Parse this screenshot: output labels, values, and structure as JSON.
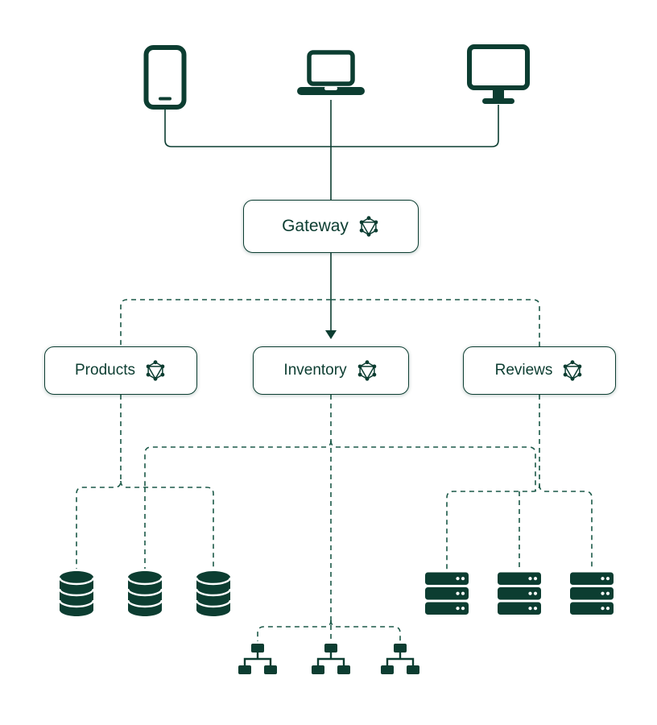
{
  "diagram": {
    "gateway": {
      "label": "Gateway",
      "icon": "graphql-icon"
    },
    "services": [
      {
        "label": "Products",
        "icon": "graphql-icon"
      },
      {
        "label": "Inventory",
        "icon": "graphql-icon"
      },
      {
        "label": "Reviews",
        "icon": "graphql-icon"
      }
    ],
    "clients": [
      {
        "icon": "tablet-client-icon"
      },
      {
        "icon": "laptop-client-icon"
      },
      {
        "icon": "desktop-client-icon"
      }
    ],
    "backends": {
      "databases": {
        "icon": "database-icon",
        "count": 3
      },
      "servers": {
        "icon": "server-rack-icon",
        "count": 3
      },
      "clusters": {
        "icon": "network-nodes-icon",
        "count": 3
      }
    },
    "colors": {
      "ink": "#0c3d31",
      "dashed_line": "#1c5948",
      "node_background": "#ffffff"
    }
  }
}
